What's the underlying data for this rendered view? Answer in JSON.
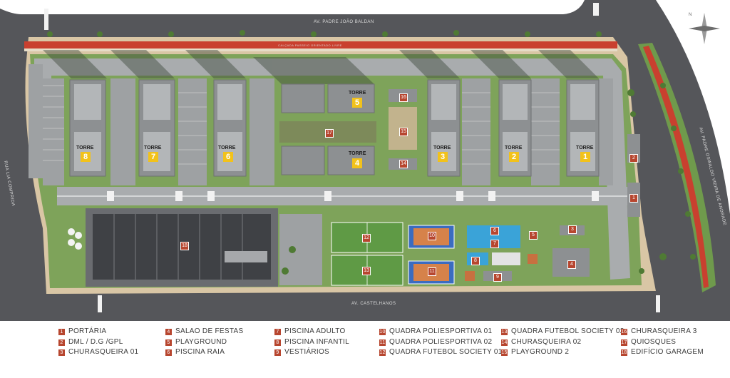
{
  "streets": {
    "north": "AV. PADRE JOÃO BALDAN",
    "south": "AV. CASTELHANOS",
    "west": "RUA LIA COMPRIDA",
    "east": "AV. PADRE OSWALDO VIEIRA DE ANDRADE",
    "north_path": "CALÇADA PASSEIO ORIENTADO LIVRE"
  },
  "towers": {
    "word": "TORRE",
    "numbers": [
      "1",
      "2",
      "3",
      "4",
      "5",
      "6",
      "7",
      "8"
    ]
  },
  "area_numbers": [
    "1",
    "2",
    "3",
    "4",
    "5",
    "6",
    "7",
    "8",
    "9",
    "10",
    "11",
    "12",
    "13",
    "14",
    "15",
    "16",
    "17",
    "18"
  ],
  "legend": {
    "items": [
      {
        "num": "1",
        "label": "PORTÁRIA"
      },
      {
        "num": "2",
        "label": "DML / D.G /GPL"
      },
      {
        "num": "3",
        "label": "CHURASQUEIRA 01"
      },
      {
        "num": "4",
        "label": "SALAO DE FESTAS"
      },
      {
        "num": "5",
        "label": "PLAYGROUND"
      },
      {
        "num": "6",
        "label": "PISCINA RAIA"
      },
      {
        "num": "7",
        "label": "PISCINA ADULTO"
      },
      {
        "num": "8",
        "label": "PISCINA INFANTIL"
      },
      {
        "num": "9",
        "label": "VESTIÁRIOS"
      },
      {
        "num": "10",
        "label": "QUADRA POLIESPORTIVA 01"
      },
      {
        "num": "11",
        "label": "QUADRA POLIESPORTIVA 02"
      },
      {
        "num": "12",
        "label": "QUADRA FUTEBOL SOCIETY 01"
      },
      {
        "num": "13",
        "label": "QUADRA FUTEBOL SOCIETY 02"
      },
      {
        "num": "14",
        "label": "CHURASQUEIRA 02"
      },
      {
        "num": "15",
        "label": "PLAYGROUND 2"
      },
      {
        "num": "16",
        "label": "CHURASQUEIRA 3"
      },
      {
        "num": "17",
        "label": "QUIOSQUES"
      },
      {
        "num": "18",
        "label": "EDIFÍCIO GARAGEM"
      }
    ]
  },
  "colors": {
    "road": "#56575b",
    "sidewalk": "#d9c6a5",
    "bike_lane": "#c9402f",
    "grass": "#7ea35a",
    "building": "#8d9092",
    "parking": "#a9acae",
    "tower_tag": "#f2c21b",
    "legend_number": "#b7462f",
    "pool": "#3aa3d8",
    "court": "#3b6cc0",
    "field": "#5f9a45"
  }
}
